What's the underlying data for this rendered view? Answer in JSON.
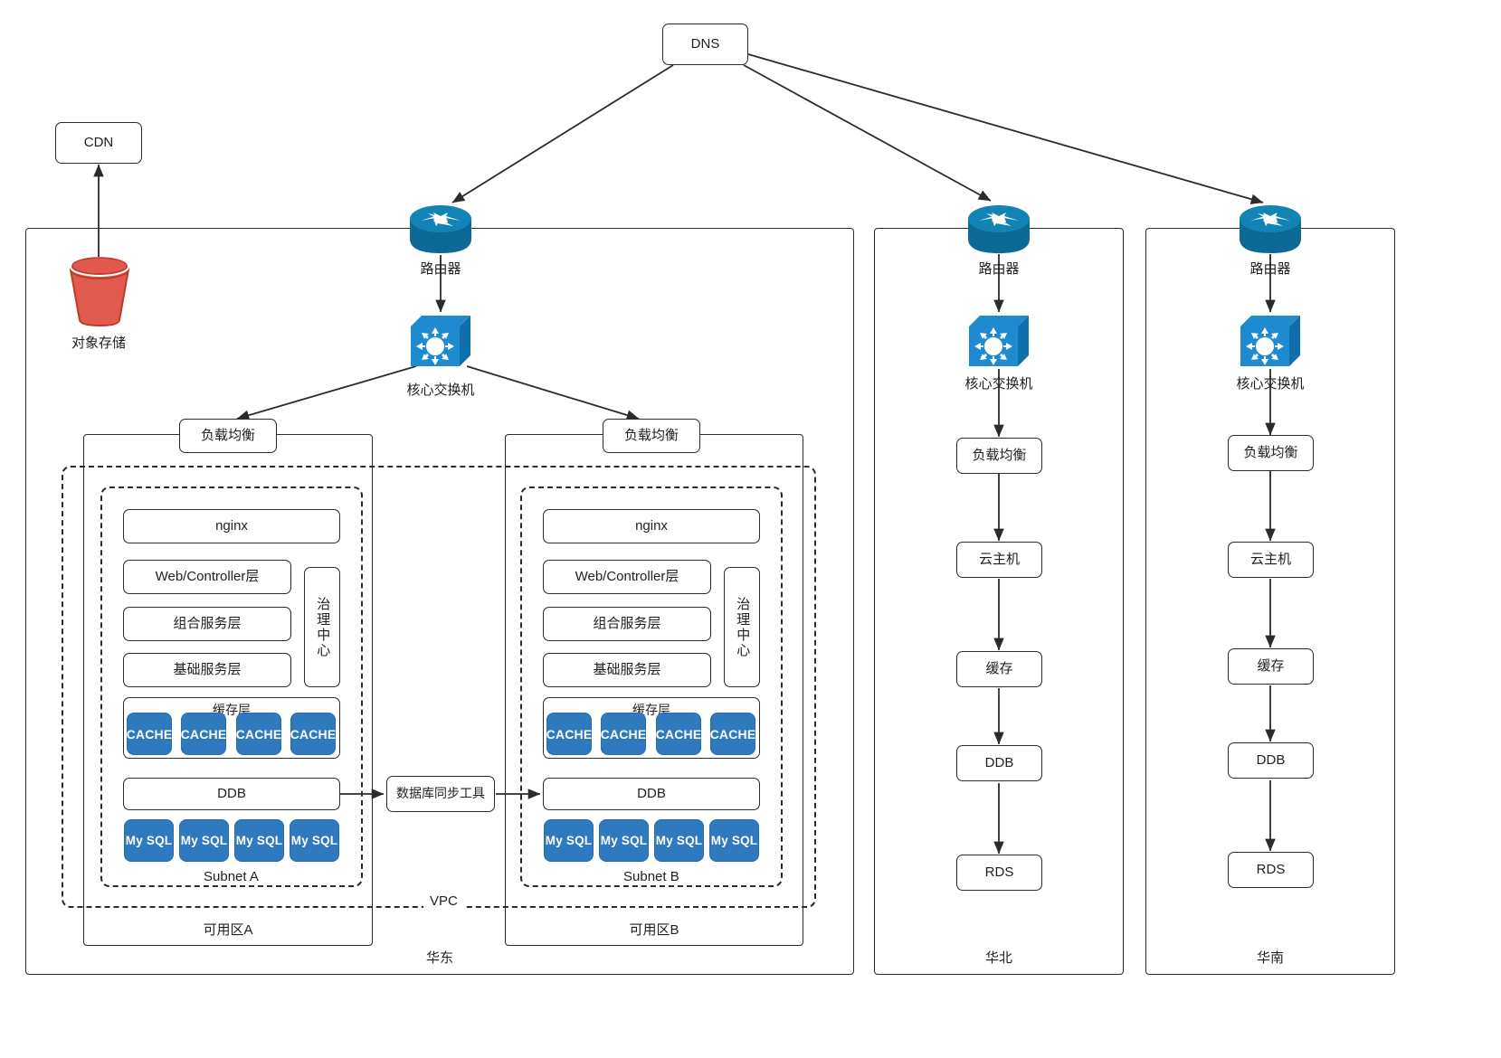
{
  "diagram": {
    "title": "Multi-region cloud deployment architecture",
    "colors": {
      "line": "#2b2b2b",
      "chip_blue": "#2f79be",
      "router_blue": "#0f6f9e",
      "switch_blue": "#1b8ad3",
      "bucket_red": "#e05a4f"
    }
  },
  "top": {
    "dns": "DNS",
    "cdn": "CDN",
    "object_storage_caption": "对象存储"
  },
  "regions": [
    {
      "id": "east",
      "label": "华东"
    },
    {
      "id": "north",
      "label": "华北"
    },
    {
      "id": "south",
      "label": "华南"
    }
  ],
  "east": {
    "router_caption": "路由器",
    "switch_caption": "核心交换机",
    "vpc_label": "VPC",
    "sync_tool": "数据库同步工具",
    "az": [
      {
        "az_label": "可用区A",
        "subnet_label": "Subnet A",
        "lb": "负载均衡",
        "nginx": "nginx",
        "web": "Web/Controller层",
        "compose": "组合服务层",
        "base": "基础服务层",
        "governance": "治理中心",
        "cache_title": "缓存层",
        "caches": [
          "CACHE",
          "CACHE",
          "CACHE",
          "CACHE"
        ],
        "ddb": "DDB",
        "sqls": [
          "My SQL",
          "My SQL",
          "My SQL",
          "My SQL"
        ]
      },
      {
        "az_label": "可用区B",
        "subnet_label": "Subnet B",
        "lb": "负载均衡",
        "nginx": "nginx",
        "web": "Web/Controller层",
        "compose": "组合服务层",
        "base": "基础服务层",
        "governance": "治理中心",
        "cache_title": "缓存层",
        "caches": [
          "CACHE",
          "CACHE",
          "CACHE",
          "CACHE"
        ],
        "ddb": "DDB",
        "sqls": [
          "My SQL",
          "My SQL",
          "My SQL",
          "My SQL"
        ]
      }
    ]
  },
  "north": {
    "router_caption": "路由器",
    "switch_caption": "核心交换机",
    "chain": [
      "负载均衡",
      "云主机",
      "缓存",
      "DDB",
      "RDS"
    ]
  },
  "south": {
    "router_caption": "路由器",
    "switch_caption": "核心交换机",
    "chain": [
      "负载均衡",
      "云主机",
      "缓存",
      "DDB",
      "RDS"
    ]
  }
}
